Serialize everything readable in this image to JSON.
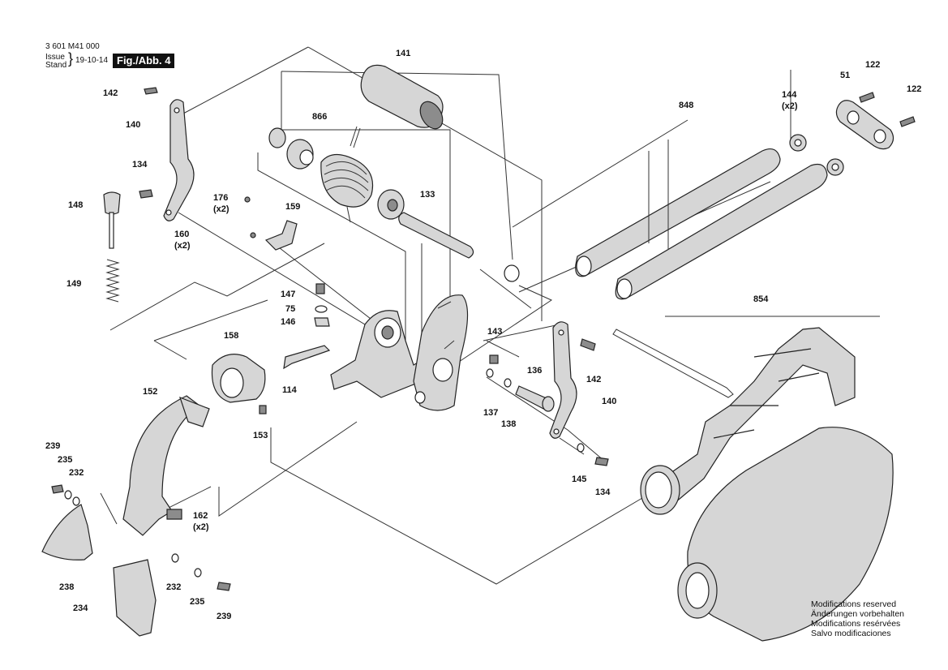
{
  "header": {
    "part_number": "3 601 M41 000",
    "issue_label": "Issue",
    "stand_label": "Stand",
    "date": "19-10-14",
    "figure": "Fig./Abb. 4"
  },
  "labels": {
    "141": "141",
    "866": "866",
    "848": "848",
    "144": "144",
    "144x": "(x2)",
    "51": "51",
    "122a": "122",
    "122b": "122",
    "142a": "142",
    "140a": "140",
    "134a": "134",
    "148": "148",
    "176": "176",
    "176x": "(x2)",
    "159": "159",
    "133": "133",
    "160": "160",
    "160x": "(x2)",
    "149": "149",
    "147": "147",
    "75": "75",
    "146": "146",
    "158": "158",
    "143": "143",
    "136": "136",
    "142b": "142",
    "114": "114",
    "152": "152",
    "153": "153",
    "137": "137",
    "138": "138",
    "140b": "140",
    "854": "854",
    "239a": "239",
    "235a": "235",
    "232a": "232",
    "162": "162",
    "162x": "(x2)",
    "145": "145",
    "134b": "134",
    "238": "238",
    "232b": "232",
    "234": "234",
    "235b": "235",
    "239b": "239"
  },
  "notes": [
    "Modifications reserved",
    "Änderungen vorbehalten",
    "Modifications resérvées",
    "Salvo modificaciones"
  ]
}
